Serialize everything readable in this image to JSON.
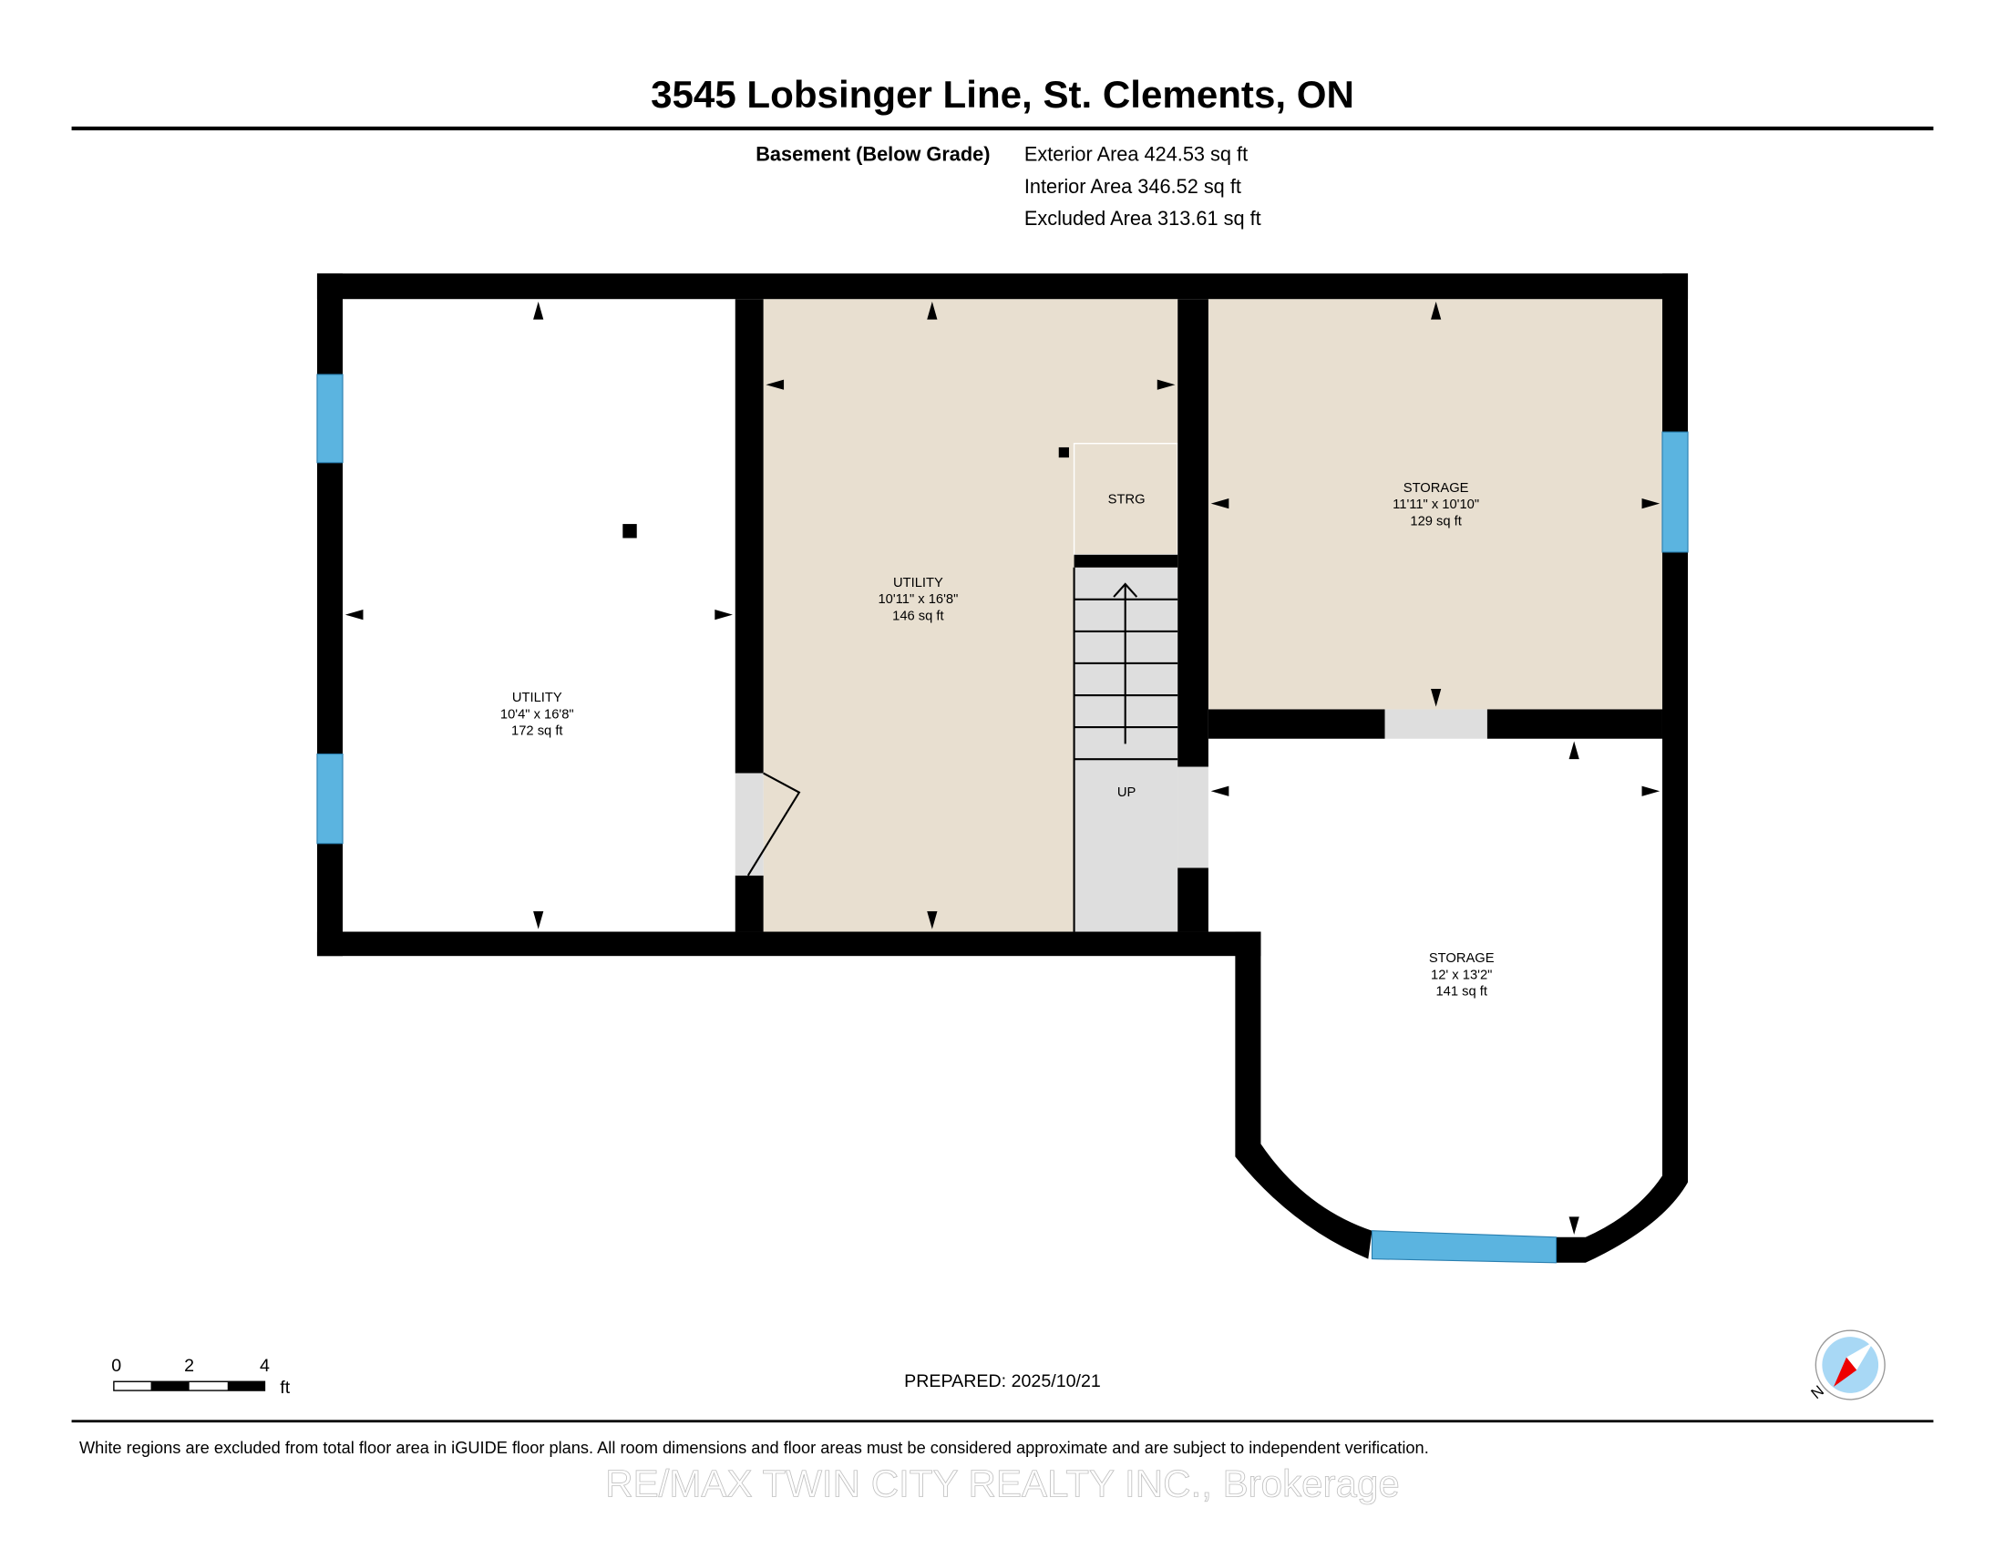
{
  "title": "3545 Lobsinger Line, St. Clements, ON",
  "floor": {
    "name": "Basement (Below Grade)",
    "exterior_area": "Exterior Area 424.53 sq ft",
    "interior_area": "Interior Area 346.52 sq ft",
    "excluded_area": "Excluded Area 313.61 sq ft"
  },
  "rooms": [
    {
      "name": "UTILITY",
      "dims": "10'4\" x 16'8\"",
      "area": "172 sq ft"
    },
    {
      "name": "UTILITY",
      "dims": "10'11\" x 16'8\"",
      "area": "146 sq ft"
    },
    {
      "name": "STORAGE",
      "dims": "11'11\" x 10'10\"",
      "area": "129 sq ft"
    },
    {
      "name": "STORAGE",
      "dims": "12' x 13'2\"",
      "area": "141 sq ft"
    }
  ],
  "labels": {
    "strg": "STRG",
    "up": "UP"
  },
  "scale": {
    "t0": "0",
    "t1": "2",
    "t2": "4",
    "unit": "ft"
  },
  "prepared": "PREPARED: 2025/10/21",
  "compass_label": "N",
  "disclaimer": "White regions are excluded from total floor area in iGUIDE floor plans. All room dimensions and floor areas must be considered approximate and are subject to independent verification.",
  "watermark": "RE/MAX TWIN CITY REALTY INC., Brokerage",
  "colors": {
    "wall": "#000000",
    "beige": "#e8dfd0",
    "window": "#5bb4e0",
    "stairs": "#dedede"
  }
}
